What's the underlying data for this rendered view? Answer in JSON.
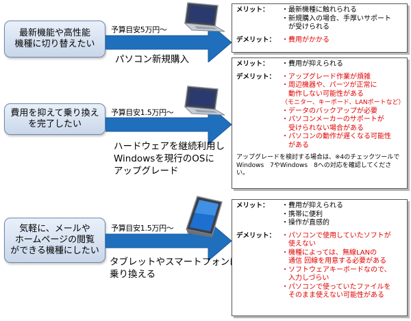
{
  "rows": [
    {
      "goal": "最新機能や高性能\n機種に切り替えたい",
      "budget": "予算目安5万円〜",
      "option": "パソコン新規購入",
      "device": "laptop-icon",
      "merits_label": "メリット：",
      "merits": [
        {
          "text": "・最新機種に触れられる",
          "style": "black"
        },
        {
          "text": "・新規購入の場合、手厚いサポート\n　が受けられる",
          "style": "black"
        }
      ],
      "demerits_label": "デメリット：",
      "demerits": [
        {
          "text": "・費用がかかる",
          "style": "red"
        }
      ]
    },
    {
      "goal": "費用を抑えて乗り換え\nを完了したい",
      "budget": "予算目安1.5万円〜",
      "option": "ハードウェアを継続利用し\nWindowsを現行のOSに\nアップグレード",
      "device": "laptop-icon",
      "merits_label": "メリット：",
      "merits": [
        {
          "text": "・費用が抑えられる",
          "style": "black"
        }
      ],
      "demerits_label": "デメリット：",
      "demerits": [
        {
          "text": "・アップグレード作業が煩雑",
          "style": "red"
        },
        {
          "text": "・周辺機器や、パーツが正常に\n　動作しない可能性がある",
          "style": "red"
        },
        {
          "text": "（モニター、キーボード、LANポートなど）",
          "style": "note"
        },
        {
          "text": "・データのバックアップが必要",
          "style": "red"
        },
        {
          "text": "・パソコンメーカーのサポートが\n　受けられない場合がある",
          "style": "red"
        },
        {
          "text": "・パソコンの動作が遅くなる可能性\n　がある",
          "style": "red"
        }
      ],
      "note": "アップグレードを検討する場合は、※4のチェックツールで\nWindows　7やWindows　8への対応を確認してください。"
    },
    {
      "goal": "気軽に、メールや\nホームページの閲覧\nができる機種にしたい",
      "budget": "予算目安1.5万円〜",
      "option": "タブレットやスマートフォンに\n乗り換える",
      "device": "tablet-icon",
      "merits_label": "メリット：",
      "merits": [
        {
          "text": "・費用が抑えられる",
          "style": "black"
        },
        {
          "text": "・携帯に便利",
          "style": "black"
        },
        {
          "text": "・操作が直感的",
          "style": "black"
        }
      ],
      "demerits_label": "デメリット：",
      "demerits": [
        {
          "text": "・パソコンで使用していたソフトが\n　使えない",
          "style": "red"
        },
        {
          "text": "・機種によっては、無線LANの\n　通信 回線を用意する必要がある",
          "style": "red"
        },
        {
          "text": "・ソフトウェアキーボードなので、\n　入力しづらい",
          "style": "red"
        },
        {
          "text": "・パソコンで使っていたファイルを\n　そのまま使えない可能性がある",
          "style": "red"
        }
      ]
    }
  ]
}
